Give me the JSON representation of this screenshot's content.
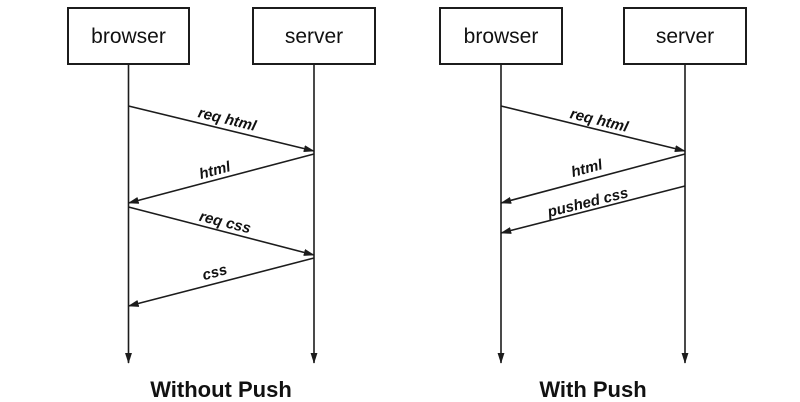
{
  "colors": {
    "ink": "#1c1c1c",
    "background": "#ffffff"
  },
  "diagrams": [
    {
      "title": "Without Push",
      "actors": [
        {
          "label": "browser"
        },
        {
          "label": "server"
        }
      ],
      "messages": [
        {
          "label": "req html",
          "from": "browser",
          "to": "server"
        },
        {
          "label": "html",
          "from": "server",
          "to": "browser"
        },
        {
          "label": "req css",
          "from": "browser",
          "to": "server"
        },
        {
          "label": "css",
          "from": "server",
          "to": "browser"
        }
      ]
    },
    {
      "title": "With Push",
      "actors": [
        {
          "label": "browser"
        },
        {
          "label": "server"
        }
      ],
      "messages": [
        {
          "label": "req html",
          "from": "browser",
          "to": "server"
        },
        {
          "label": "html",
          "from": "server",
          "to": "browser"
        },
        {
          "label": "pushed css",
          "from": "server",
          "to": "browser"
        }
      ]
    }
  ]
}
